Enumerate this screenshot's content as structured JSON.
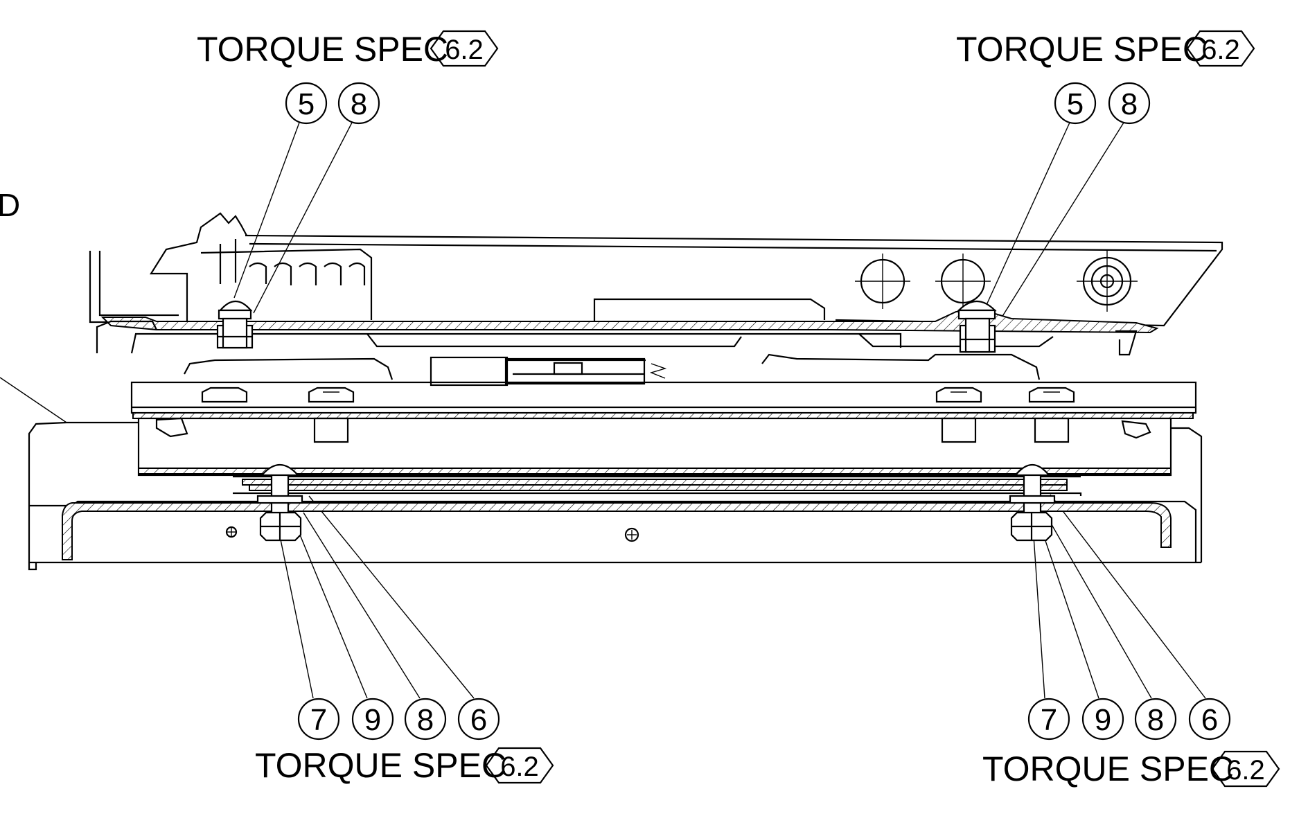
{
  "labels": {
    "torque_spec_top_left": {
      "text": "TORQUE SPEC",
      "value": "6.2"
    },
    "torque_spec_top_right": {
      "text": "TORQUE SPEC",
      "value": "6.2"
    },
    "torque_spec_bottom_left": {
      "text": "TORQUE SPEC",
      "value": "6.2"
    },
    "torque_spec_bottom_right": {
      "text": "TORQUE SPEC",
      "value": "6.2"
    },
    "edge_letter": "D"
  },
  "callouts": {
    "top_left": [
      "5",
      "8"
    ],
    "top_right": [
      "5",
      "8"
    ],
    "bottom_left": [
      "7",
      "9",
      "8",
      "6"
    ],
    "bottom_right": [
      "7",
      "9",
      "8",
      "6"
    ]
  }
}
